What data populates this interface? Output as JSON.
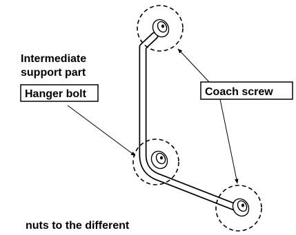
{
  "labels": {
    "intermediate_line1": "Intermediate",
    "intermediate_line2": "support part",
    "hanger_bolt": "Hanger bolt",
    "coach_screw": "Coach screw",
    "bottom_text": "nuts to the different"
  },
  "colors": {
    "ink": "#000000",
    "background": "#ffffff"
  }
}
